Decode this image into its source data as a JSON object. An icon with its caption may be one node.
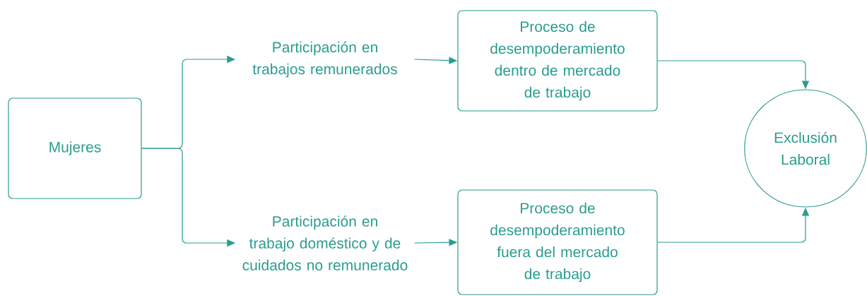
{
  "diagram": {
    "nodes": [
      {
        "text": [
          "Mujeres"
        ]
      },
      {
        "text": [
          "Participación en trabajos remunerados"
        ]
      },
      {
        "text": [
          "Participación en trabajo doméstico y de cuidados no remunerado"
        ]
      },
      {
        "text": [
          "Proceso de desempoderamiento dentro de mercado de trabajo"
        ]
      },
      {
        "text": [
          "Proceso de desempoderamiento fuera del mercado de trabajo"
        ]
      },
      {
        "text": [
          "Exclusión Laboral"
        ]
      }
    ],
    "edges": [
      {
        "from": 0,
        "to": 1,
        "arrow": "to"
      },
      {
        "from": 0,
        "to": 2,
        "arrow": "to"
      },
      {
        "from": 1,
        "to": 3,
        "arrow": "to"
      },
      {
        "from": 2,
        "to": 4,
        "arrow": "to"
      },
      {
        "from": 3,
        "to": 5,
        "arrow": "to"
      },
      {
        "from": 4,
        "to": 5,
        "arrow": "to"
      }
    ]
  }
}
